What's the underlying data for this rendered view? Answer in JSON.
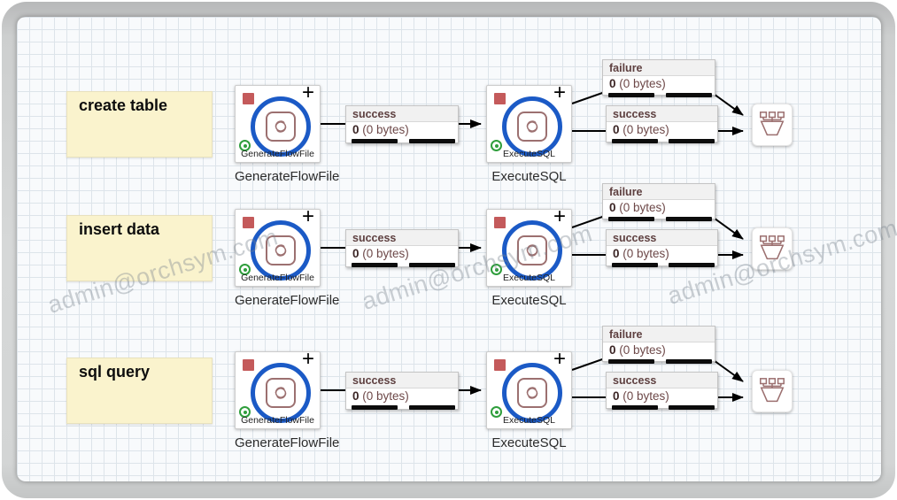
{
  "canvas": {
    "watermark_text": "admin@orchsym.com"
  },
  "icons": {
    "plus": "+"
  },
  "colors": {
    "processor_ring_blue": "#1b5ac6",
    "stopped_red": "#c45a5b",
    "running_green": "#2f9e3c",
    "icon_maroon": "#9c7070",
    "note_yellow": "#faf3cd",
    "label_text_maroon": "#5e4040"
  },
  "rows": [
    {
      "note": "create table",
      "generator": {
        "name": "GenerateFlowFile",
        "caption": "GenerateFlowFile"
      },
      "executor": {
        "name": "ExecuteSQL",
        "caption": "ExecuteSQL"
      },
      "conn_mid": {
        "title": "success",
        "count": "0",
        "size": "(0 bytes)"
      },
      "conn_failure": {
        "title": "failure",
        "count": "0",
        "size": "(0 bytes)"
      },
      "conn_success": {
        "title": "success",
        "count": "0",
        "size": "(0 bytes)"
      }
    },
    {
      "note": "insert data",
      "generator": {
        "name": "GenerateFlowFile",
        "caption": "GenerateFlowFile"
      },
      "executor": {
        "name": "ExecuteSQL",
        "caption": "ExecuteSQL"
      },
      "conn_mid": {
        "title": "success",
        "count": "0",
        "size": "(0 bytes)"
      },
      "conn_failure": {
        "title": "failure",
        "count": "0",
        "size": "(0 bytes)"
      },
      "conn_success": {
        "title": "success",
        "count": "0",
        "size": "(0 bytes)"
      }
    },
    {
      "note": "sql query",
      "generator": {
        "name": "GenerateFlowFile",
        "caption": "GenerateFlowFile"
      },
      "executor": {
        "name": "ExecuteSQL",
        "caption": "ExecuteSQL"
      },
      "conn_mid": {
        "title": "success",
        "count": "0",
        "size": "(0 bytes)"
      },
      "conn_failure": {
        "title": "failure",
        "count": "0",
        "size": "(0 bytes)"
      },
      "conn_success": {
        "title": "success",
        "count": "0",
        "size": "(0 bytes)"
      }
    }
  ]
}
